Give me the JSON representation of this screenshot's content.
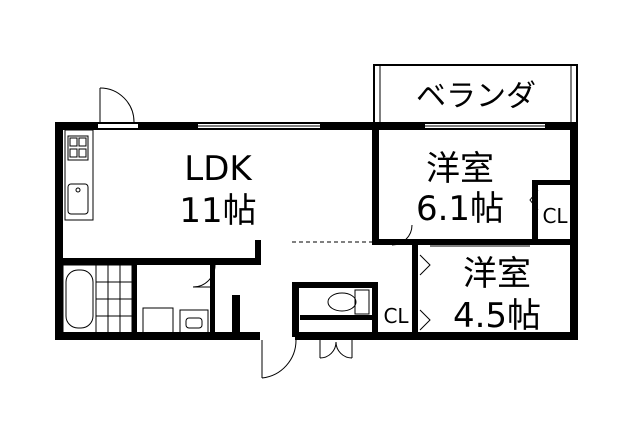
{
  "rooms": {
    "ldk": {
      "name": "LDK",
      "size": "11帖"
    },
    "western1": {
      "name": "洋室",
      "size": "6.1帖"
    },
    "western2": {
      "name": "洋室",
      "size": "4.5帖"
    },
    "veranda": {
      "name": "ベランダ"
    },
    "closet1": {
      "name": "CL"
    },
    "closet2": {
      "name": "CL"
    }
  },
  "colors": {
    "wall": "#000000",
    "background": "#ffffff"
  }
}
